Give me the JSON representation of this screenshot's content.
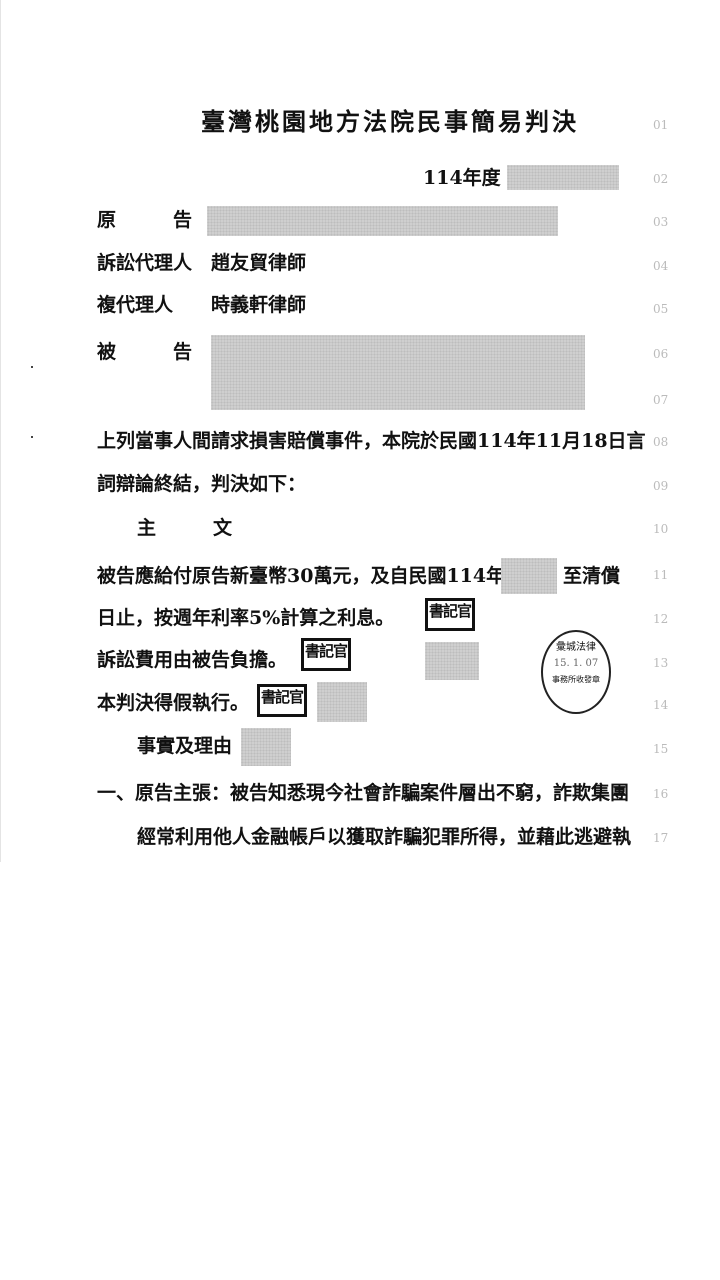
{
  "document": {
    "title": "臺灣桃園地方法院民事簡易判決",
    "case_number_prefix": "114年度",
    "parties": [
      {
        "label": "原　　　告",
        "value": ""
      },
      {
        "label": "訴訟代理人",
        "value": "趙友貿律師"
      },
      {
        "label": "複代理人",
        "value": "時義軒律師"
      },
      {
        "label": "被　　　告",
        "value": ""
      }
    ],
    "lines": {
      "l08": "上列當事人間請求損害賠償事件，本院於民國114年11月18日言",
      "l09": "詞辯論終結，判決如下：",
      "heading_main": "主　　　文",
      "l11a": "被告應給付原告新臺幣30萬元，及自民國114年",
      "l11b": "至清償",
      "l12": "日止，按週年利率5%計算之利息。",
      "l13": "訴訟費用由被告負擔。",
      "l14": "本判決得假執行。",
      "heading_reasons": "事實及理由",
      "l16": "一、原告主張：被告知悉現今社會詐騙案件層出不窮，詐欺集團",
      "l17": "經常利用他人金融帳戶以獲取詐騙犯罪所得，並藉此逃避執"
    },
    "stamp_text": "書記官",
    "seal_text": [
      "彙城法律",
      "15. 1. 07",
      "事務所收發章"
    ],
    "line_numbers": [
      "01",
      "02",
      "03",
      "04",
      "05",
      "06",
      "07",
      "08",
      "09",
      "10",
      "11",
      "12",
      "13",
      "14",
      "15",
      "16",
      "17"
    ]
  }
}
